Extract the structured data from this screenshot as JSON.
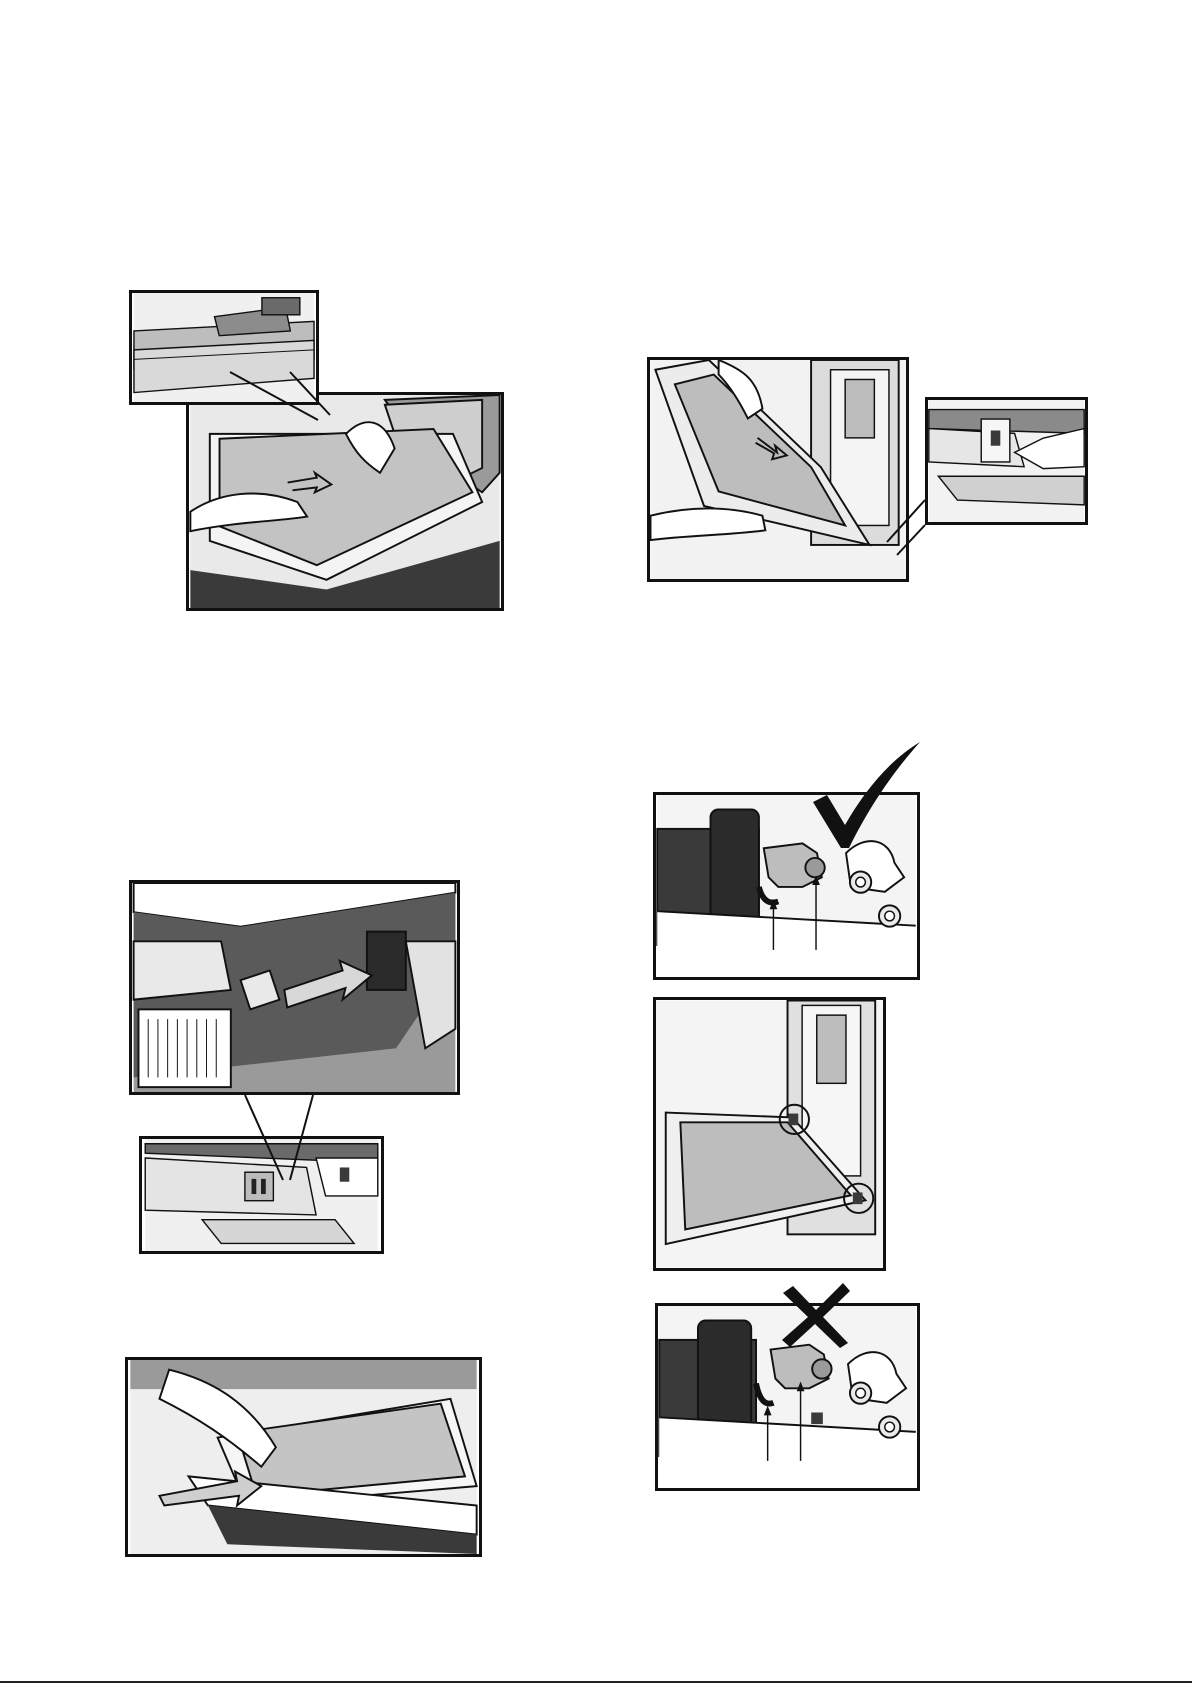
{
  "page": {
    "footer_code": "",
    "colors": {
      "outline": "#111111",
      "dark": "#3a3a3a",
      "mid": "#8a8a8a",
      "light": "#d6d6d6",
      "glass": "#b9b9b9",
      "paper": "#ffffff"
    }
  },
  "figures": [
    {
      "name": "glass-insert-slide",
      "icon": "hand-slide-glass-icon"
    },
    {
      "name": "door-lift-out",
      "icon": "door-tilt-icon"
    },
    {
      "name": "hinge-clip-push",
      "icon": "arrow-push-icon"
    },
    {
      "name": "door-bottom-slide",
      "icon": "hand-push-icon"
    },
    {
      "name": "hinge-correct",
      "icon": "check-mark-icon"
    },
    {
      "name": "door-reinstall-hinges",
      "icon": "circle-callout-icon"
    },
    {
      "name": "hinge-incorrect",
      "icon": "cross-mark-icon"
    }
  ]
}
